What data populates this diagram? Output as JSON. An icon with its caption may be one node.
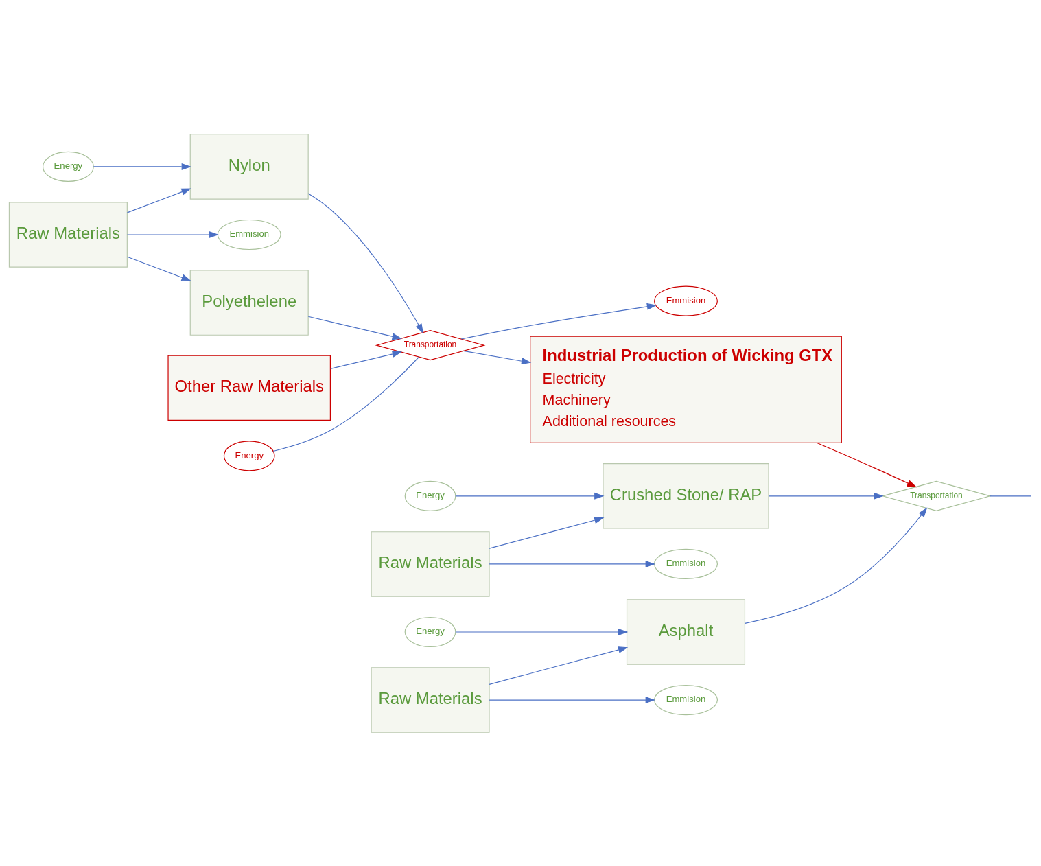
{
  "diagram": {
    "nodes": [
      {
        "text": [
          "Raw Materials"
        ]
      },
      {
        "text": [
          "Energy"
        ]
      },
      {
        "text": [
          "Nylon"
        ]
      },
      {
        "text": [
          "Emmision"
        ]
      },
      {
        "text": [
          "Polyethelene"
        ]
      },
      {
        "text": [
          "Other Raw Materials"
        ]
      },
      {
        "text": [
          "Energy"
        ]
      },
      {
        "text": [
          "Transportation"
        ]
      },
      {
        "text": [
          "Emmision"
        ]
      },
      {
        "text": [
          "Industrial Production of Wicking GTX",
          "Electricity",
          "Machinery",
          "Additional resources"
        ]
      },
      {
        "text": [
          "Raw Materials"
        ]
      },
      {
        "text": [
          "Energy"
        ]
      },
      {
        "text": [
          "Crushed Stone/ RAP"
        ]
      },
      {
        "text": [
          "Emmision"
        ]
      },
      {
        "text": [
          "Raw Materials"
        ]
      },
      {
        "text": [
          "Energy"
        ]
      },
      {
        "text": [
          "Asphalt"
        ]
      },
      {
        "text": [
          "Emmision"
        ]
      },
      {
        "text": [
          "Transportation"
        ]
      }
    ],
    "edges": [
      {
        "from": 0,
        "to": 2,
        "arrow": "to"
      },
      {
        "from": 1,
        "to": 2,
        "arrow": "to"
      },
      {
        "from": 0,
        "to": 4,
        "arrow": "to"
      },
      {
        "from": 0,
        "to": 3,
        "arrow": "to"
      },
      {
        "from": 2,
        "to": 7,
        "arrow": "to"
      },
      {
        "from": 4,
        "to": 7,
        "arrow": "to"
      },
      {
        "from": 5,
        "to": 7,
        "arrow": "to"
      },
      {
        "from": 6,
        "to": 7,
        "arrow": "none"
      },
      {
        "from": 7,
        "to": 8,
        "arrow": "to"
      },
      {
        "from": 7,
        "to": 9,
        "arrow": "to"
      },
      {
        "from": 10,
        "to": 12,
        "arrow": "to"
      },
      {
        "from": 11,
        "to": 12,
        "arrow": "to"
      },
      {
        "from": 10,
        "to": 13,
        "arrow": "to"
      },
      {
        "from": 14,
        "to": 16,
        "arrow": "to"
      },
      {
        "from": 15,
        "to": 16,
        "arrow": "to"
      },
      {
        "from": 14,
        "to": 17,
        "arrow": "to"
      },
      {
        "from": 9,
        "to": 18,
        "arrow": "to",
        "color": "#cc0000"
      },
      {
        "from": 12,
        "to": 18,
        "arrow": "to"
      },
      {
        "from": 16,
        "to": 18,
        "arrow": "to"
      },
      {
        "from": 18,
        "to": null,
        "arrow": "none"
      }
    ]
  }
}
